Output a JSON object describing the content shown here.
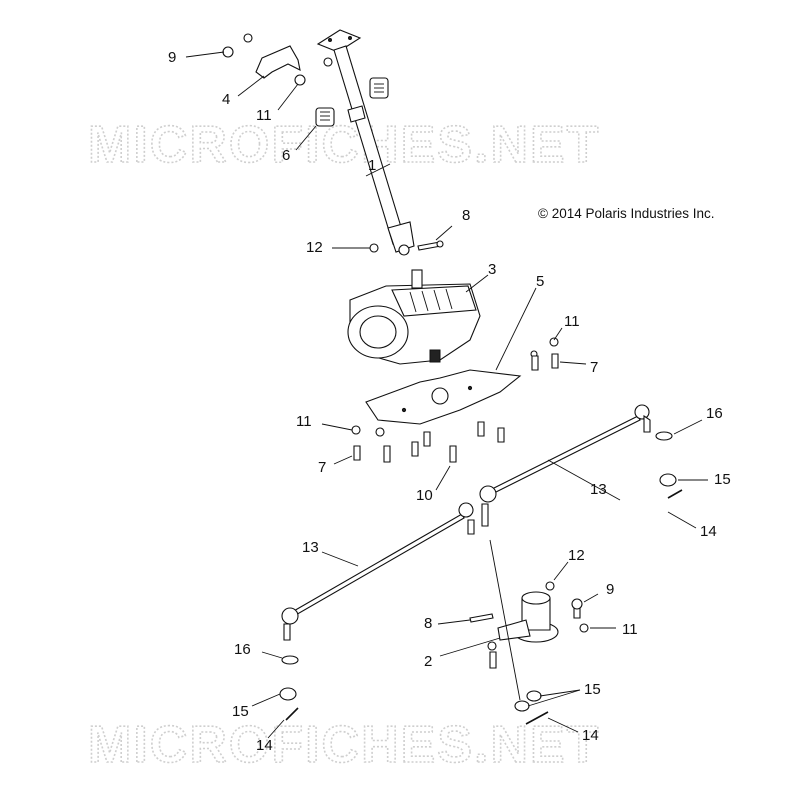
{
  "watermark": {
    "top": "MICROFICHES.NET",
    "bottom": "MICROFICHES.NET"
  },
  "copyright": "© 2014 Polaris Industries Inc.",
  "callouts": [
    {
      "id": "c-9a",
      "text": "9"
    },
    {
      "id": "c-4",
      "text": "4"
    },
    {
      "id": "c-11a",
      "text": "11"
    },
    {
      "id": "c-6",
      "text": "6"
    },
    {
      "id": "c-1",
      "text": "1"
    },
    {
      "id": "c-8a",
      "text": "8"
    },
    {
      "id": "c-12a",
      "text": "12"
    },
    {
      "id": "c-3",
      "text": "3"
    },
    {
      "id": "c-5",
      "text": "5"
    },
    {
      "id": "c-11b",
      "text": "11"
    },
    {
      "id": "c-7a",
      "text": "7"
    },
    {
      "id": "c-11c",
      "text": "11"
    },
    {
      "id": "c-7b",
      "text": "7"
    },
    {
      "id": "c-10",
      "text": "10"
    },
    {
      "id": "c-16a",
      "text": "16"
    },
    {
      "id": "c-15a",
      "text": "15"
    },
    {
      "id": "c-13a",
      "text": "13"
    },
    {
      "id": "c-14a",
      "text": "14"
    },
    {
      "id": "c-13b",
      "text": "13"
    },
    {
      "id": "c-12b",
      "text": "12"
    },
    {
      "id": "c-9b",
      "text": "9"
    },
    {
      "id": "c-8b",
      "text": "8"
    },
    {
      "id": "c-11d",
      "text": "11"
    },
    {
      "id": "c-2",
      "text": "2"
    },
    {
      "id": "c-16b",
      "text": "16"
    },
    {
      "id": "c-15b",
      "text": "15"
    },
    {
      "id": "c-15c",
      "text": "15"
    },
    {
      "id": "c-14b",
      "text": "14"
    },
    {
      "id": "c-14c",
      "text": "14"
    }
  ]
}
